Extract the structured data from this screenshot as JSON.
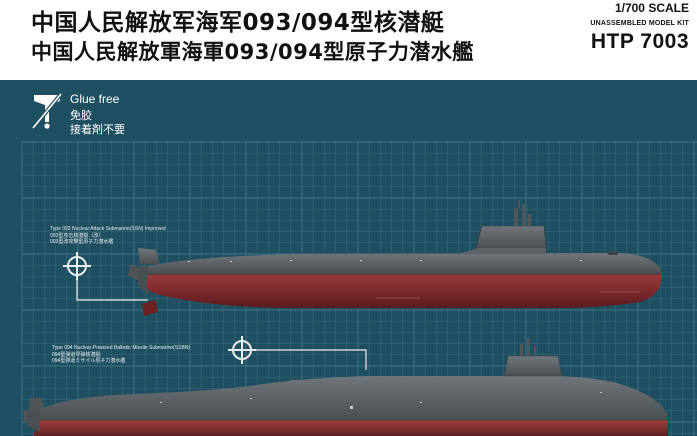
{
  "header": {
    "title_simplified": "中国人民解放军海军093/094型核潜艇",
    "title_traditional": "中国人民解放軍海軍093/094型原子力潜水艦",
    "scale": "1/700 SCALE",
    "kit_note": "UNASSEMBLED MODEL KIT",
    "kit_code": "HTP 7003"
  },
  "glue": {
    "en": "Glue free",
    "zh1": "免胶",
    "zh2": "接着剤不要",
    "icon": "glue-free-icon"
  },
  "sub093": {
    "caption_en": "Type 093 Nuclear Attack Submarine(SSN) Improved",
    "caption_zh1": "093型攻击核潜艇（改）",
    "caption_zh2": "093型改攻撃型原子力潜水艦",
    "icon": "crosshair-icon"
  },
  "sub094": {
    "caption_en": "Type 094 Nuclear-Powered Ballistic Missile Submarine(SSBN)",
    "caption_zh1": "094型弹道导弹核潜艇",
    "caption_zh2": "094型弾道ミサイル原子力潜水艦",
    "icon": "crosshair-icon"
  },
  "colors": {
    "panel": "#1f5061",
    "grid": "#3f7486",
    "hull_red": "#7e2a2c",
    "hull_gray": "#555a5e"
  }
}
